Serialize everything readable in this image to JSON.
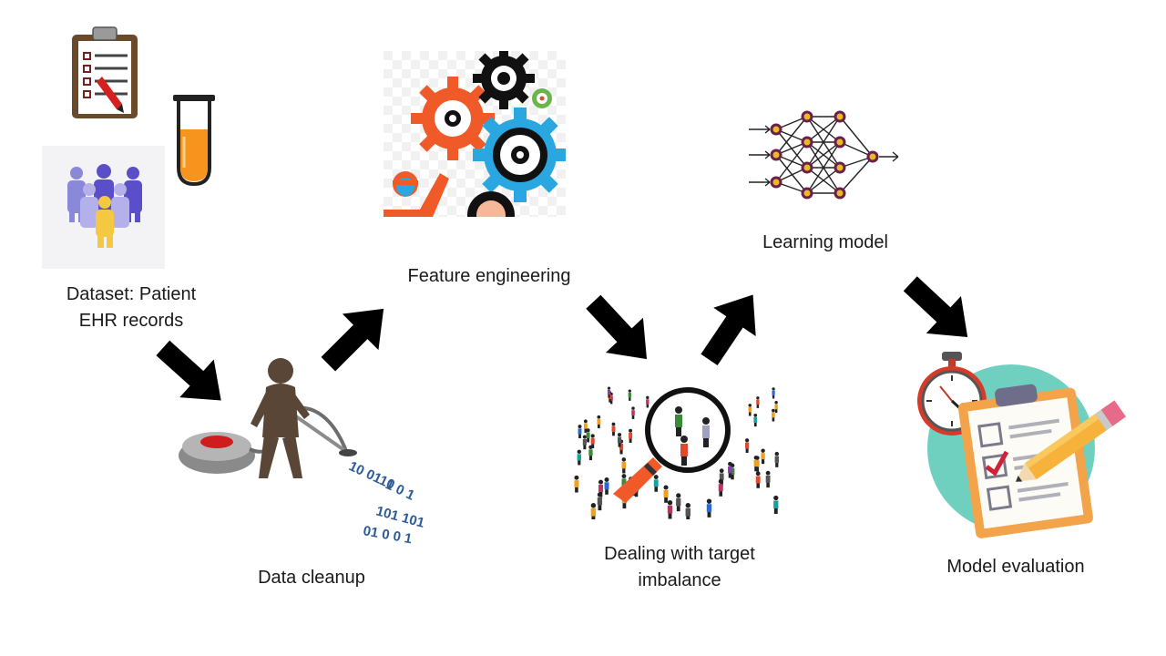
{
  "steps": {
    "dataset": {
      "line1": "Dataset: Patient",
      "line2": "EHR records"
    },
    "cleanup": {
      "label": "Data cleanup"
    },
    "feature": {
      "label": "Feature engineering"
    },
    "imbalance": {
      "line1": "Dealing with target",
      "line2": "imbalance"
    },
    "learning": {
      "label": "Learning model"
    },
    "evaluation": {
      "label": "Model evaluation"
    }
  },
  "binary_stream": [
    "10 0110",
    "1 0 1",
    "101 101",
    "01 0 0 1"
  ],
  "colors": {
    "arrow": "#000000",
    "gear_orange": "#f05a28",
    "gear_blue": "#2aa7e0",
    "gear_black": "#111111",
    "gear_green": "#6bb54a",
    "neuron": "#e6bb2a",
    "neuron_ring": "#6b1f4a",
    "person": "#5a4636",
    "test_tube_fill": "#f7941d",
    "magnifier_handle": "#f05a28",
    "eval_circle": "#6fd0c0",
    "check": "#d0203a"
  }
}
